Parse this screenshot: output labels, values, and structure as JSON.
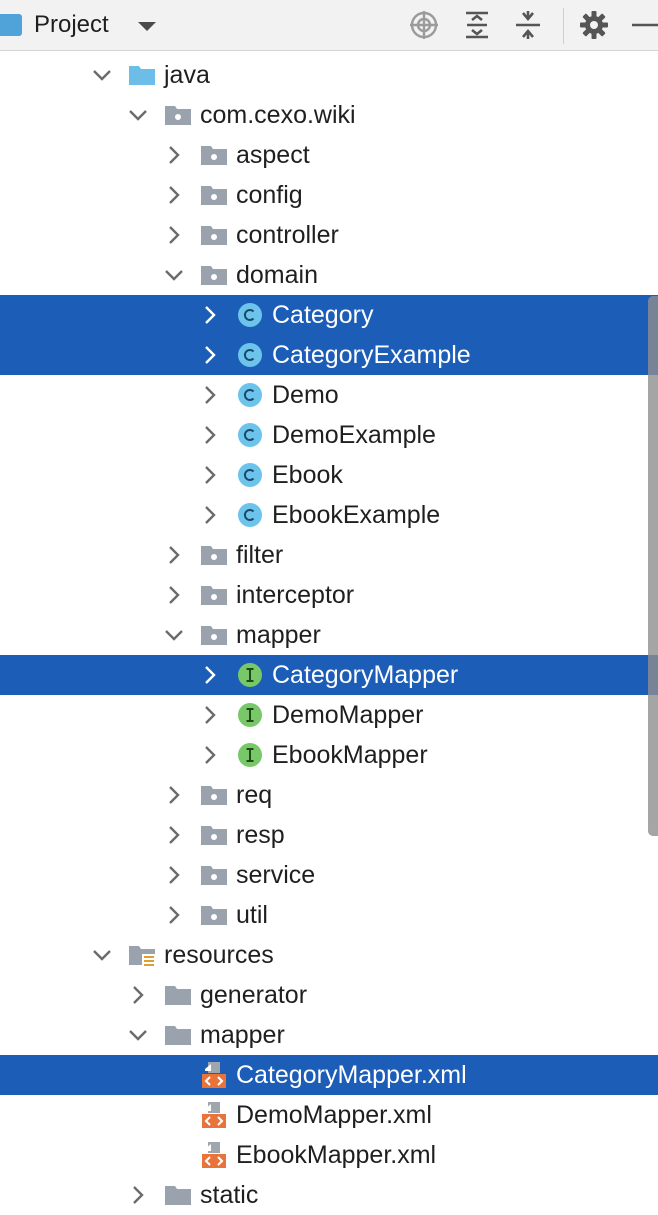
{
  "toolbar": {
    "title": "Project",
    "icons": [
      "locate-icon",
      "expand-all-icon",
      "collapse-all-icon",
      "gear-icon",
      "hide-icon"
    ]
  },
  "colors": {
    "selection": "#1c5db8",
    "folder": "#9aa3ad",
    "source_folder": "#6cbde8",
    "class_icon": "#6cc4ec",
    "interface_icon": "#78c86a",
    "xml_icon": "#e8743b"
  },
  "tree": {
    "rows": [
      {
        "label": "java",
        "depth": 2,
        "icon": "source-folder",
        "chevron": "down",
        "selected": false
      },
      {
        "label": "com.cexo.wiki",
        "depth": 3,
        "icon": "package",
        "chevron": "down",
        "selected": false
      },
      {
        "label": "aspect",
        "depth": 4,
        "icon": "package",
        "chevron": "right",
        "selected": false
      },
      {
        "label": "config",
        "depth": 4,
        "icon": "package",
        "chevron": "right",
        "selected": false
      },
      {
        "label": "controller",
        "depth": 4,
        "icon": "package",
        "chevron": "right",
        "selected": false
      },
      {
        "label": "domain",
        "depth": 4,
        "icon": "package",
        "chevron": "down",
        "selected": false
      },
      {
        "label": "Category",
        "depth": 5,
        "icon": "class",
        "chevron": "right",
        "selected": true
      },
      {
        "label": "CategoryExample",
        "depth": 5,
        "icon": "class",
        "chevron": "right",
        "selected": true
      },
      {
        "label": "Demo",
        "depth": 5,
        "icon": "class",
        "chevron": "right",
        "selected": false
      },
      {
        "label": "DemoExample",
        "depth": 5,
        "icon": "class",
        "chevron": "right",
        "selected": false
      },
      {
        "label": "Ebook",
        "depth": 5,
        "icon": "class",
        "chevron": "right",
        "selected": false
      },
      {
        "label": "EbookExample",
        "depth": 5,
        "icon": "class",
        "chevron": "right",
        "selected": false
      },
      {
        "label": "filter",
        "depth": 4,
        "icon": "package",
        "chevron": "right",
        "selected": false
      },
      {
        "label": "interceptor",
        "depth": 4,
        "icon": "package",
        "chevron": "right",
        "selected": false
      },
      {
        "label": "mapper",
        "depth": 4,
        "icon": "package",
        "chevron": "down",
        "selected": false
      },
      {
        "label": "CategoryMapper",
        "depth": 5,
        "icon": "interface",
        "chevron": "right",
        "selected": true
      },
      {
        "label": "DemoMapper",
        "depth": 5,
        "icon": "interface",
        "chevron": "right",
        "selected": false
      },
      {
        "label": "EbookMapper",
        "depth": 5,
        "icon": "interface",
        "chevron": "right",
        "selected": false
      },
      {
        "label": "req",
        "depth": 4,
        "icon": "package",
        "chevron": "right",
        "selected": false
      },
      {
        "label": "resp",
        "depth": 4,
        "icon": "package",
        "chevron": "right",
        "selected": false
      },
      {
        "label": "service",
        "depth": 4,
        "icon": "package",
        "chevron": "right",
        "selected": false
      },
      {
        "label": "util",
        "depth": 4,
        "icon": "package",
        "chevron": "right",
        "selected": false
      },
      {
        "label": "resources",
        "depth": 2,
        "icon": "resources-folder",
        "chevron": "down",
        "selected": false
      },
      {
        "label": "generator",
        "depth": 3,
        "icon": "folder",
        "chevron": "right",
        "selected": false
      },
      {
        "label": "mapper",
        "depth": 3,
        "icon": "folder",
        "chevron": "down",
        "selected": false
      },
      {
        "label": "CategoryMapper.xml",
        "depth": 4,
        "icon": "xml",
        "chevron": "none",
        "selected": true
      },
      {
        "label": "DemoMapper.xml",
        "depth": 4,
        "icon": "xml",
        "chevron": "none",
        "selected": false
      },
      {
        "label": "EbookMapper.xml",
        "depth": 4,
        "icon": "xml",
        "chevron": "none",
        "selected": false
      },
      {
        "label": "static",
        "depth": 3,
        "icon": "folder",
        "chevron": "right",
        "selected": false
      }
    ]
  }
}
